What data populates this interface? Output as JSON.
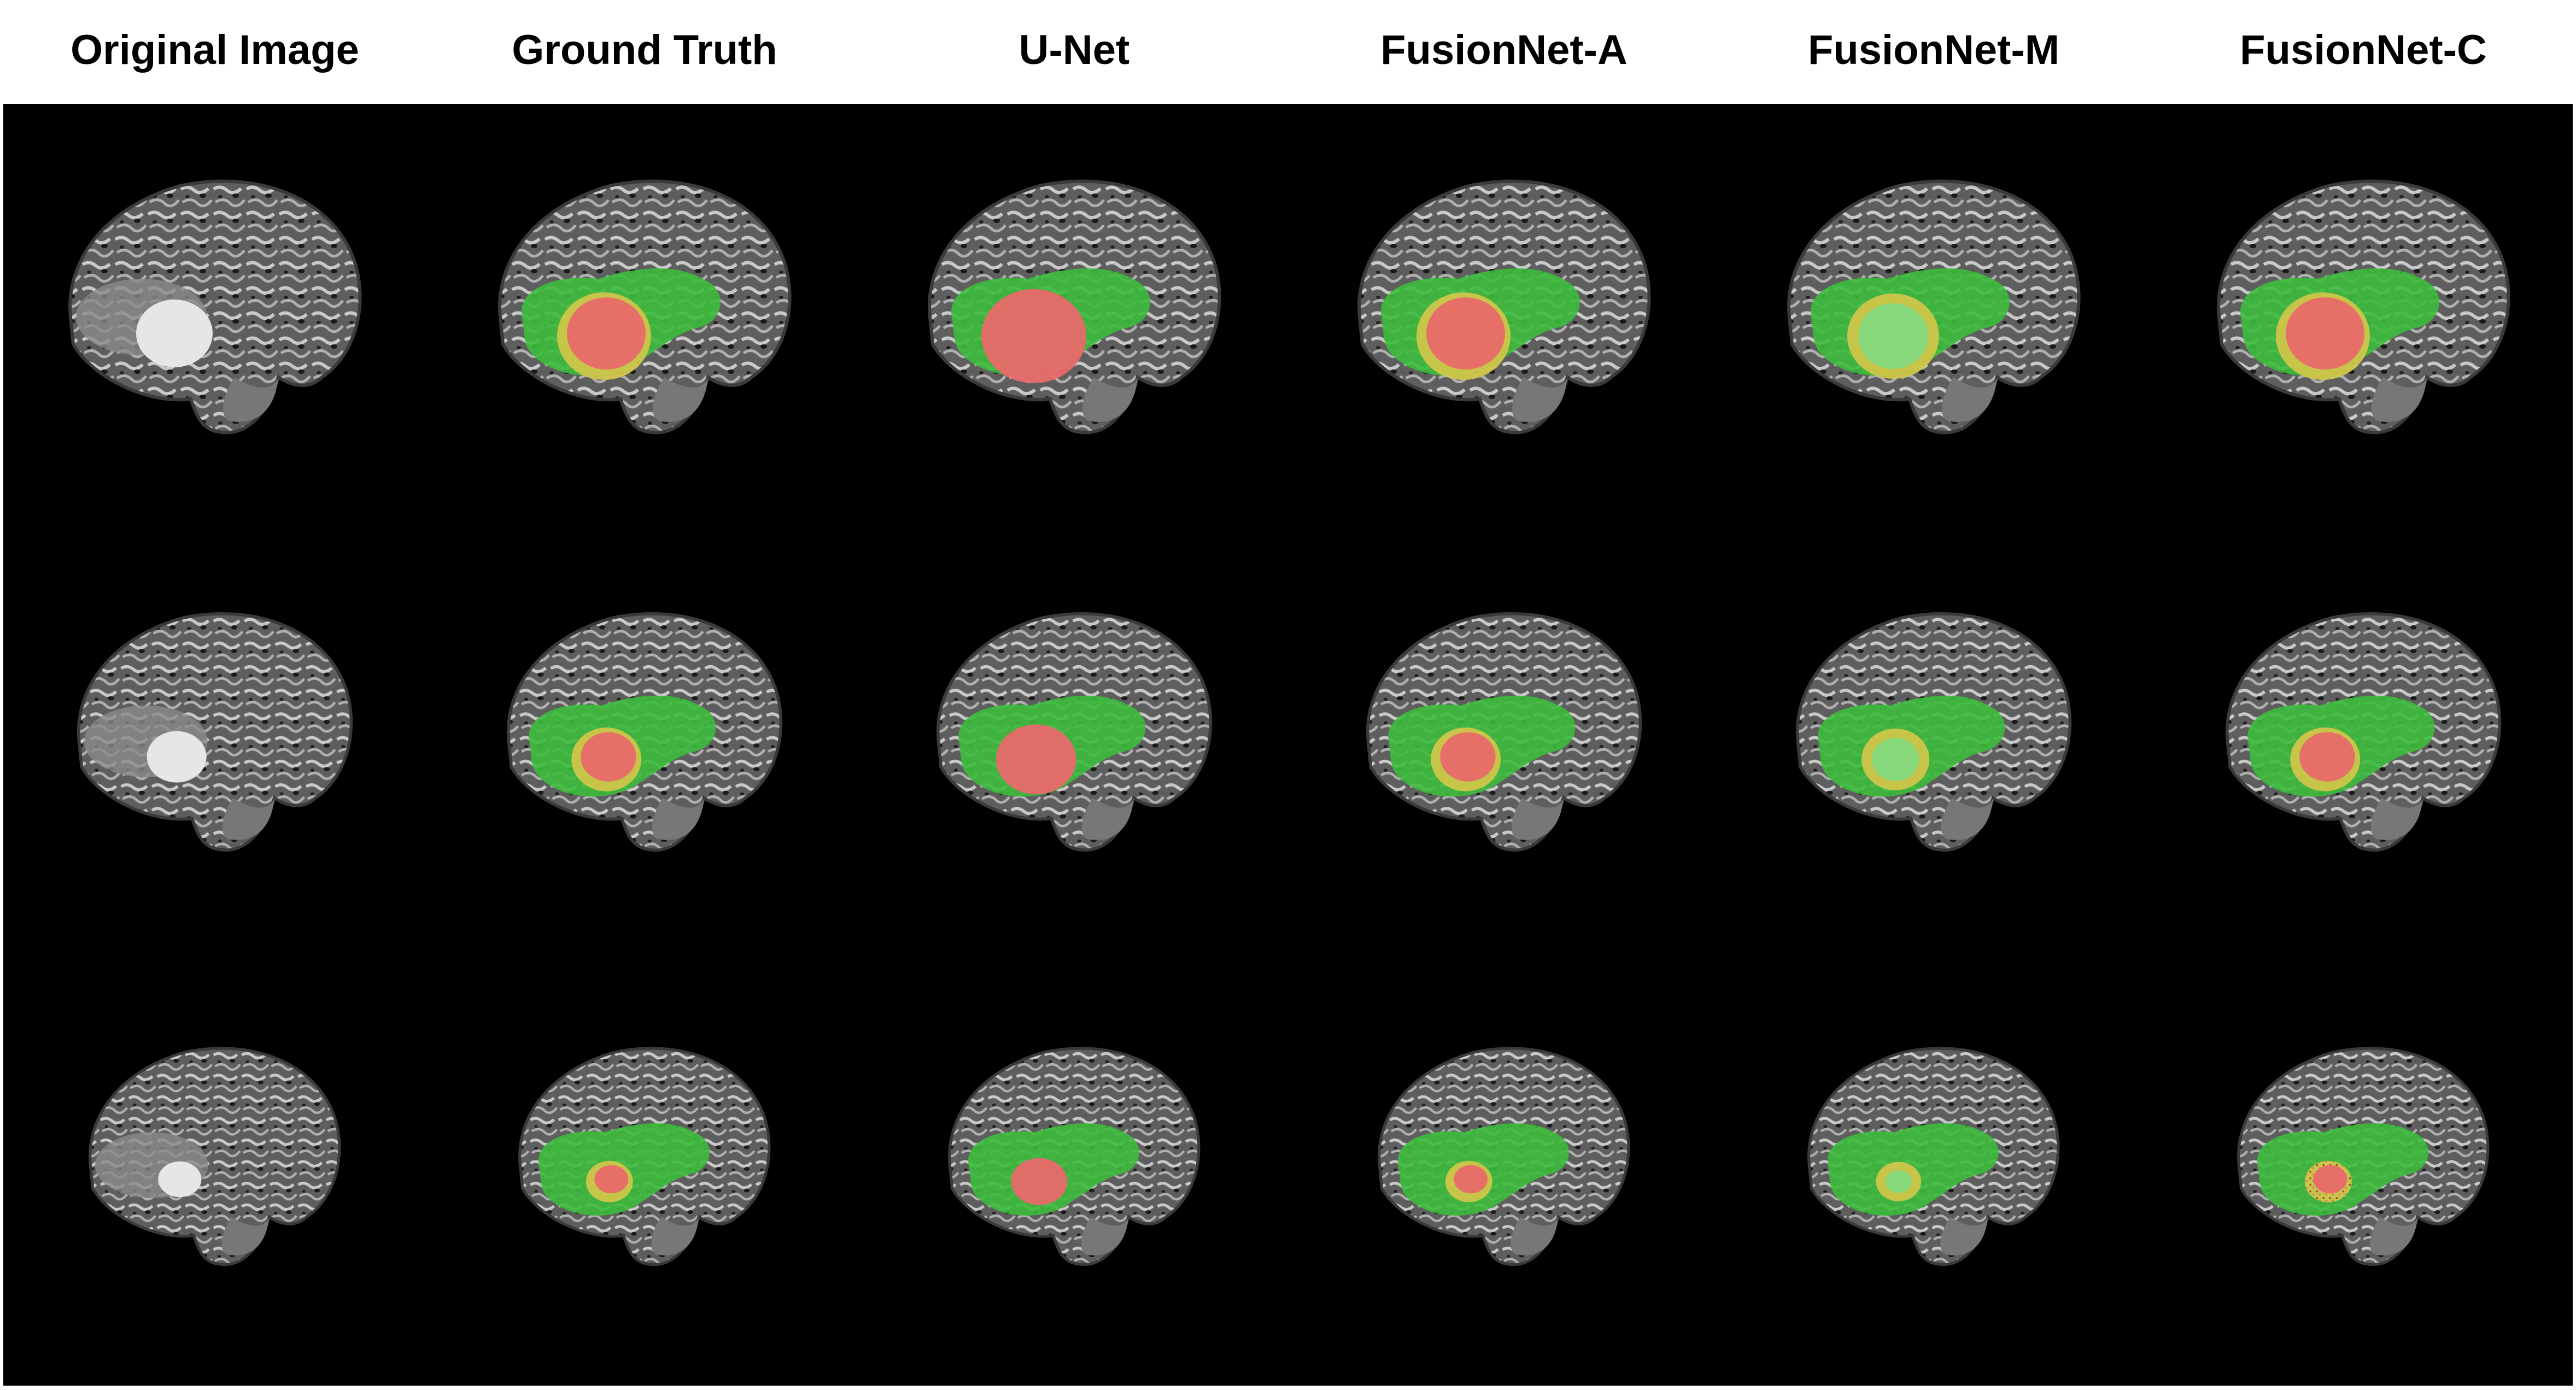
{
  "figure": {
    "columns": [
      {
        "title": "Original Image",
        "overlay": "none"
      },
      {
        "title": "Ground Truth",
        "overlay": "ground-truth"
      },
      {
        "title": "U-Net",
        "overlay": "unet"
      },
      {
        "title": "FusionNet-A",
        "overlay": "fusion-a"
      },
      {
        "title": "FusionNet-M",
        "overlay": "fusion-m"
      },
      {
        "title": "FusionNet-C",
        "overlay": "fusion-c"
      }
    ],
    "rows": 3,
    "colors": {
      "background": "#000000",
      "edema": "#3dbb3d",
      "tumor_core": "#e86a6a",
      "enhancing": "#cfc64a",
      "brain_tissue": "#5b5b5b",
      "tumor_bright": "#e6e6e6"
    }
  }
}
